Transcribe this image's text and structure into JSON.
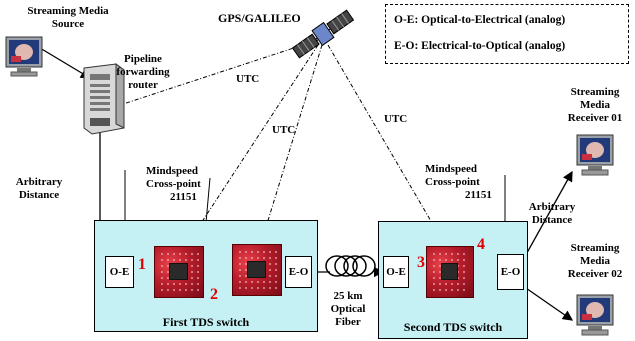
{
  "legend": {
    "oe_def": "O-E: Optical-to-Electrical (analog)",
    "eo_def": "E-O: Electrical-to-Optical (analog)"
  },
  "labels": {
    "gps": "GPS/GALILEO",
    "utc": "UTC",
    "source_line1": "Streaming Media",
    "source_line2": "Source",
    "router_line1": "Pipeline",
    "router_line2": "forwarding",
    "router_line3": "router",
    "arbitrary_distance_line1": "Arbitrary",
    "arbitrary_distance_line2": "Distance",
    "crosspoint_line1": "Mindspeed",
    "crosspoint_line2": "Cross-point",
    "crosspoint_line3": "21151",
    "first_switch": "First TDS switch",
    "second_switch": "Second TDS switch",
    "fiber_line1": "25 km",
    "fiber_line2": "Optical",
    "fiber_line3": "Fiber",
    "receiver01_line1": "Streaming",
    "receiver01_line2": "Media",
    "receiver01_line3": "Receiver 01",
    "receiver02_line1": "Streaming",
    "receiver02_line2": "Media",
    "receiver02_line3": "Receiver 02",
    "oe": "O-E",
    "eo": "E-O",
    "n1": "1",
    "n2": "2",
    "n3": "3",
    "n4": "4"
  },
  "colors": {
    "switch_fill": "#c6f1f4",
    "number_red": "#e00000",
    "board_red": "#b51c2a"
  }
}
